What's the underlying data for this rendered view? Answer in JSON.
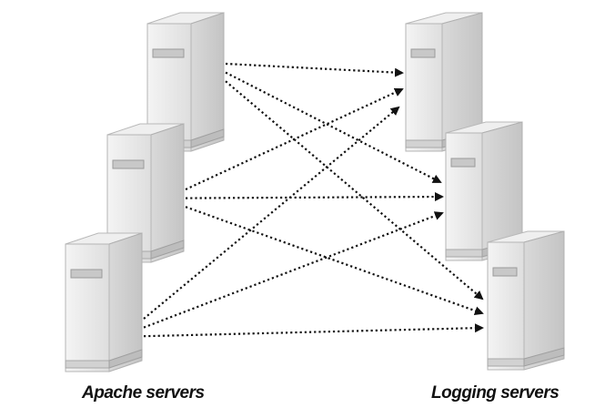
{
  "groups": {
    "source_label": "Apache servers",
    "target_label": "Logging servers"
  },
  "colors": {
    "arrow": "#111111",
    "server_front": "#e8e8e8",
    "server_side": "#cfcfcf",
    "server_top": "#f2f2f2"
  },
  "icons": {
    "source": "server-icon",
    "target": "server-icon"
  },
  "connections": [
    {
      "from": 0,
      "to": 0
    },
    {
      "from": 0,
      "to": 1
    },
    {
      "from": 0,
      "to": 2
    },
    {
      "from": 1,
      "to": 0
    },
    {
      "from": 1,
      "to": 1
    },
    {
      "from": 1,
      "to": 2
    },
    {
      "from": 2,
      "to": 0
    },
    {
      "from": 2,
      "to": 1
    },
    {
      "from": 2,
      "to": 2
    }
  ]
}
